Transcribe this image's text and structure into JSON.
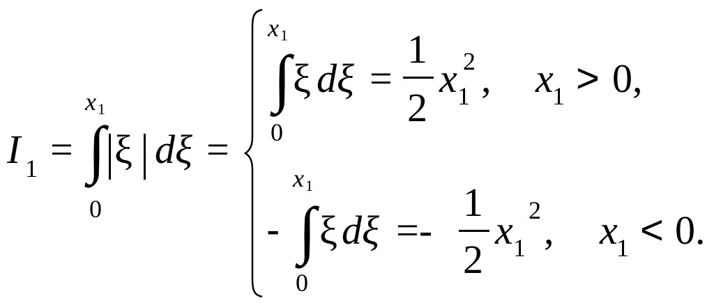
{
  "lhs": {
    "symbol": "I",
    "subscript": "1",
    "equals": "="
  },
  "main_integral": {
    "upper_limit_var": "x",
    "upper_limit_sub": "1",
    "lower_limit": "0",
    "integrand": "ξ",
    "differential": "dξ",
    "equals": "="
  },
  "cases": [
    {
      "prefix": "",
      "upper_limit_var": "x",
      "upper_limit_sub": "1",
      "lower_limit": "0",
      "integrand": "ξ",
      "differential": "dξ",
      "equals": "=",
      "frac_num": "1",
      "frac_den": "2",
      "result_var": "x",
      "result_sub": "1",
      "result_sup": "2",
      "comma": ",",
      "cond_var": "x",
      "cond_sub": "1",
      "cond_op": ">",
      "cond_value": "0,"
    },
    {
      "prefix": "-",
      "upper_limit_var": "x",
      "upper_limit_sub": "1",
      "lower_limit": "0",
      "integrand": "ξ",
      "differential": "dξ",
      "equals": "=-",
      "frac_num": "1",
      "frac_den": "2",
      "result_var": "x",
      "result_sub": "1",
      "result_sup": "2",
      "comma": ",",
      "cond_var": "x",
      "cond_sub": "1",
      "cond_op": "<",
      "cond_value": "0."
    }
  ]
}
